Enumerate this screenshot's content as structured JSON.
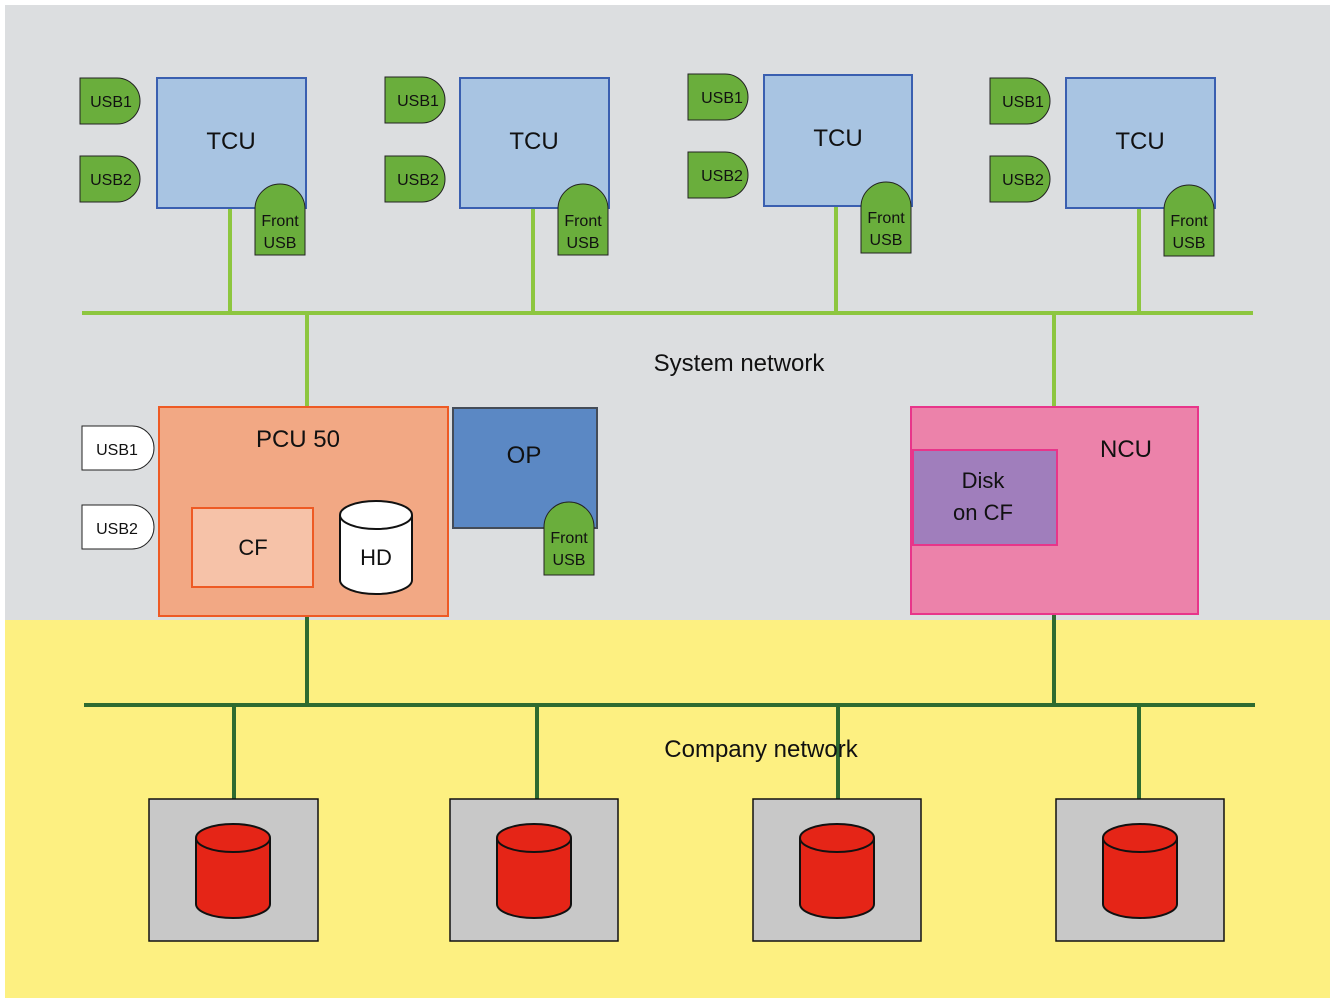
{
  "zones": {
    "system": {
      "label": "System network",
      "fill": "#dcdee0"
    },
    "company": {
      "label": "Company network",
      "fill": "#fdf081"
    }
  },
  "colors": {
    "system_line": "#8dc63f",
    "company_line": "#2e6b30",
    "usb_fill": "#6aae3c",
    "tcu_fill": "#a8c4e2",
    "tcu_stroke": "#3a5fb0",
    "pcu_fill": "#f2a884",
    "pcu_stroke": "#ee5a24",
    "cf_fill": "#f6c2a8",
    "op_fill": "#5b88c4",
    "op_stroke": "#444c58",
    "ncu_fill": "#ec82aa",
    "ncu_stroke": "#e8358a",
    "disk_fill": "#a07ebc",
    "server_box": "#c8c8c8",
    "db_fill": "#e52517"
  },
  "tcus": [
    {
      "label": "TCU",
      "usb1": "USB1",
      "usb2": "USB2",
      "front": [
        "Front",
        "USB"
      ]
    },
    {
      "label": "TCU",
      "usb1": "USB1",
      "usb2": "USB2",
      "front": [
        "Front",
        "USB"
      ]
    },
    {
      "label": "TCU",
      "usb1": "USB1",
      "usb2": "USB2",
      "front": [
        "Front",
        "USB"
      ]
    },
    {
      "label": "TCU",
      "usb1": "USB1",
      "usb2": "USB2",
      "front": [
        "Front",
        "USB"
      ]
    }
  ],
  "pcu": {
    "label": "PCU 50",
    "usb1": "USB1",
    "usb2": "USB2",
    "cf": "CF",
    "hd": "HD"
  },
  "op": {
    "label": "OP",
    "front": [
      "Front",
      "USB"
    ]
  },
  "ncu": {
    "label": "NCU",
    "disk": [
      "Disk",
      "on CF"
    ]
  },
  "servers": [
    {
      "icon": "database-icon"
    },
    {
      "icon": "database-icon"
    },
    {
      "icon": "database-icon"
    },
    {
      "icon": "database-icon"
    }
  ]
}
